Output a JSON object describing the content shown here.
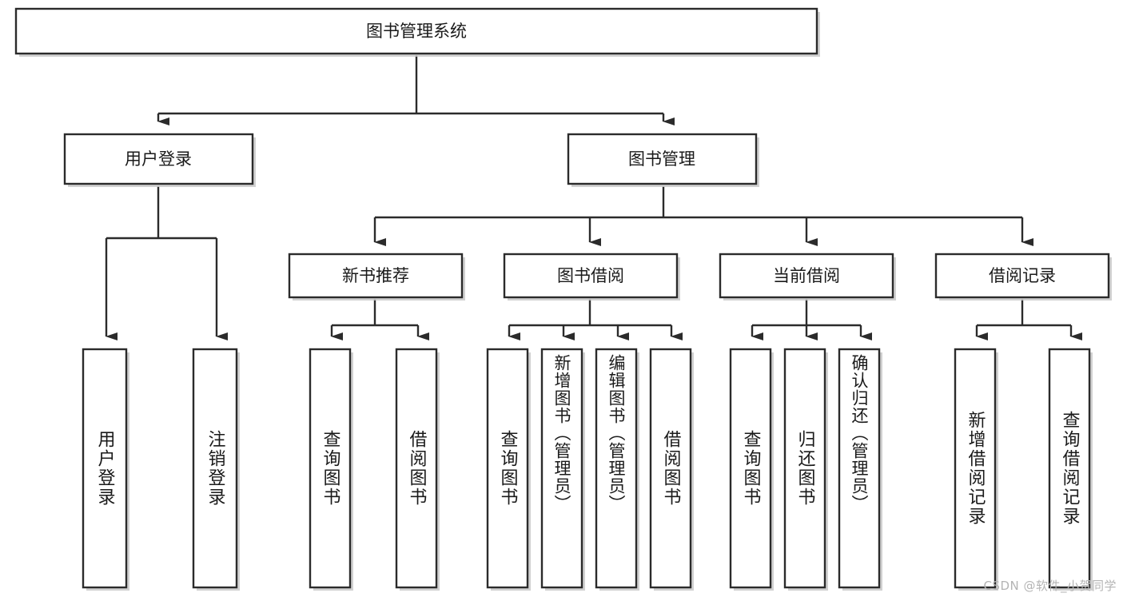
{
  "diagram": {
    "title": "图书管理系统",
    "type": "hierarchy-tree",
    "watermark": "CSDN @软件_小贺同学",
    "colors": {
      "box_stroke": "#2b2b2b",
      "box_fill": "#ffffff",
      "text": "#1a1a1a",
      "watermark": "#b4b4b4",
      "background": "#ffffff"
    },
    "root": {
      "label": "图书管理系统"
    },
    "level2": [
      {
        "label": "用户登录"
      },
      {
        "label": "图书管理"
      }
    ],
    "level3": [
      {
        "label": "新书推荐"
      },
      {
        "label": "图书借阅"
      },
      {
        "label": "当前借阅"
      },
      {
        "label": "借阅记录"
      }
    ],
    "leaves": {
      "user_login": [
        {
          "label": "用户登录"
        },
        {
          "label": "注销登录"
        }
      ],
      "new_book_recommend": [
        {
          "label": "查询图书"
        },
        {
          "label": "借阅图书"
        }
      ],
      "book_borrow": [
        {
          "label": "查询图书"
        },
        {
          "label": "新增图书（管理员）"
        },
        {
          "label": "编辑图书（管理员）"
        },
        {
          "label": "借阅图书"
        }
      ],
      "current_borrow": [
        {
          "label": "查询图书"
        },
        {
          "label": "归还图书"
        },
        {
          "label": "确认归还（管理员）"
        }
      ],
      "borrow_record": [
        {
          "label": "新增借阅记录"
        },
        {
          "label": "查询借阅记录"
        }
      ]
    }
  }
}
